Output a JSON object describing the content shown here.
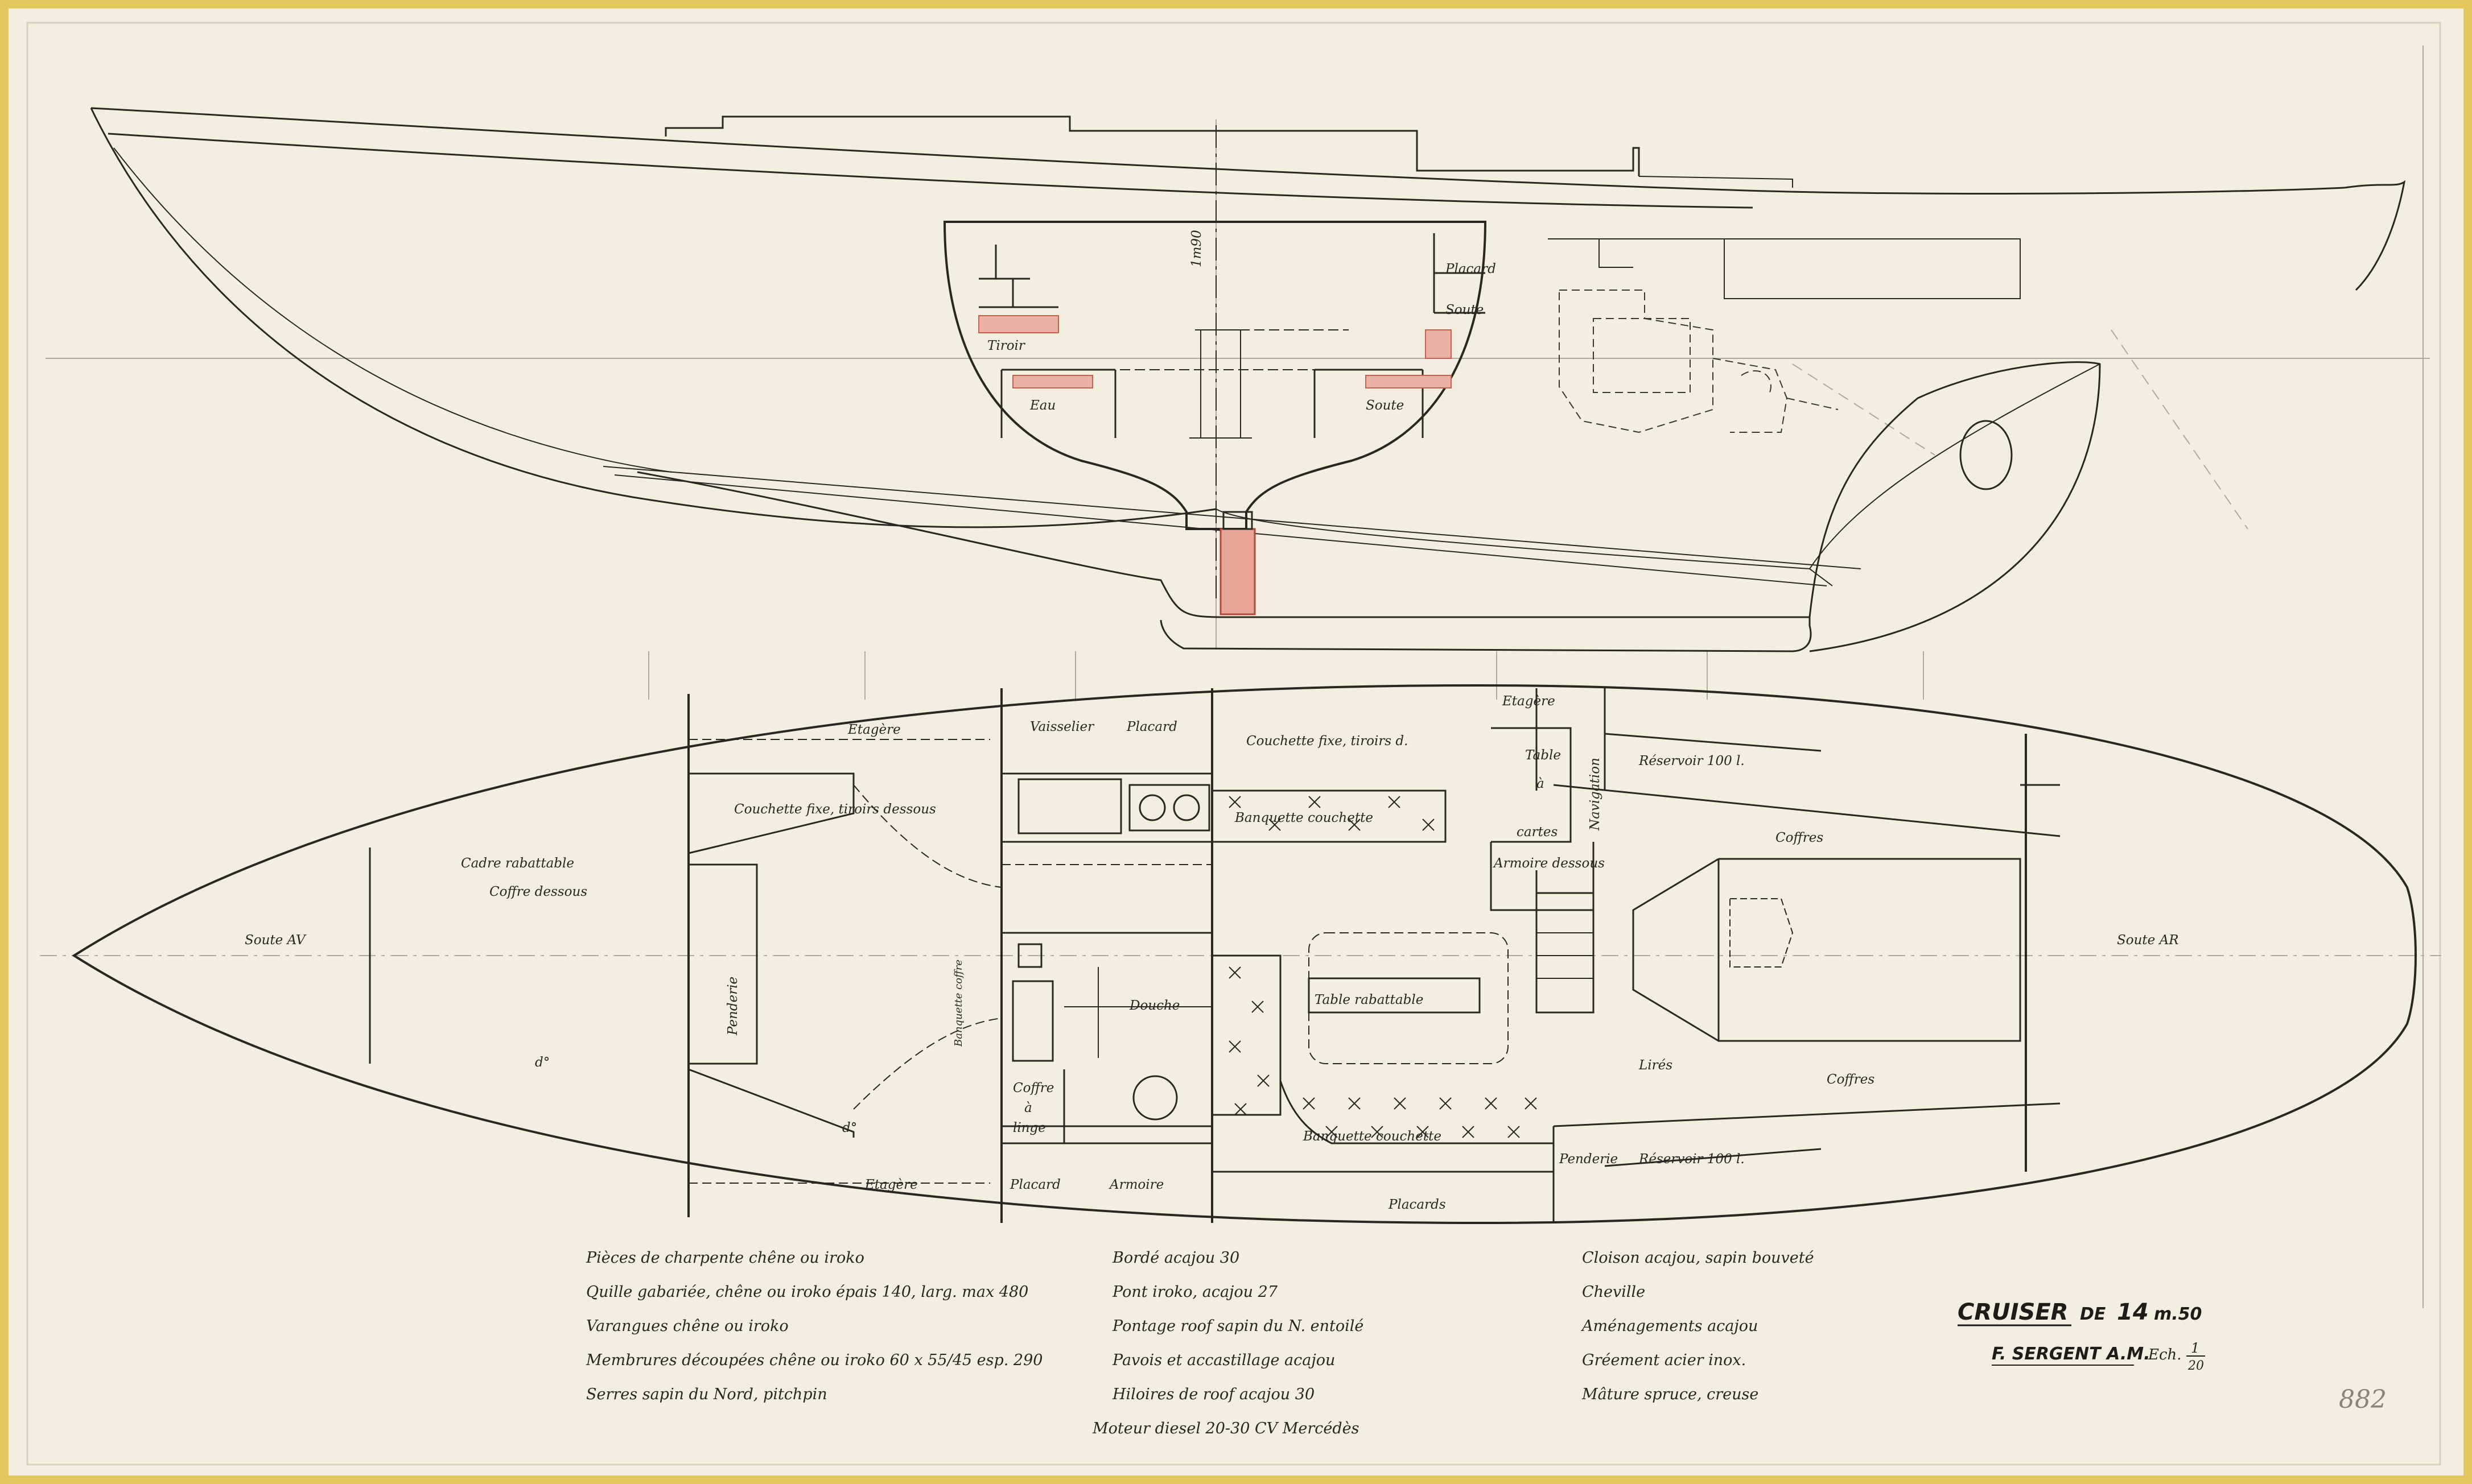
{
  "colors": {
    "paper": "#f3eedf",
    "border": "#e3c65c",
    "ink": "#2a2620",
    "faint": "#a8a296",
    "hatch": "#d98d7d"
  },
  "section": {
    "placard": "Placard",
    "soute_upper": "Soute",
    "tiroir": "Tiroir",
    "eau": "Eau",
    "soute_lower": "Soute",
    "height_dim": "1m90"
  },
  "plan": {
    "soute_av": "Soute AV",
    "soute_ar": "Soute AR",
    "cadre": "Cadre rabattable",
    "coffre_dessous": "Coffre dessous",
    "dittoA": "d°",
    "dittoB": "d°",
    "etagere_top": "Etagère",
    "etagere_bottom": "Etagère",
    "etagere_nav": "Etagère",
    "couchette_fixe": "Couchette fixe, tiroirs dessous",
    "couchette_tiroirs": "Couchette fixe, tiroirs d.",
    "penderie_left": "Penderie",
    "penderie_right": "Penderie",
    "vaisselier": "Vaisselier",
    "placard_top": "Placard",
    "placard_bottom": "Placard",
    "armoire": "Armoire",
    "placards": "Placards",
    "coffre_linge_1": "Coffre",
    "coffre_linge_2": "à",
    "coffre_linge_3": "linge",
    "douche": "Douche",
    "banquette_coffre": "Banquette coffre",
    "banquette_couchette_top": "Banquette couchette",
    "banquette_couchette_bottom": "Banquette couchette",
    "table_rabattable": "Table rabattable",
    "table": "Table",
    "navigation": "Navigation",
    "carte_a": "à",
    "cartes": "cartes",
    "armoire_dessous": "Armoire dessous",
    "reservoir_top": "Réservoir 100 l.",
    "reservoir_bottom": "Réservoir 100 l.",
    "coffres_top": "Coffres",
    "coffres_bottom": "Coffres",
    "lires": "Lirés"
  },
  "specs": {
    "col1": [
      "Pièces de charpente chêne ou iroko",
      "Quille gabariée, chêne ou iroko épais 140, larg. max 480",
      "Varangues chêne ou iroko",
      "Membrures découpées chêne ou iroko 60 x 55/45 esp. 290",
      "Serres sapin du Nord, pitchpin"
    ],
    "col2": [
      "Bordé acajou 30",
      "Pont iroko, acajou 27",
      "Pontage roof sapin du N. entoilé",
      "Pavois et accastillage acajou",
      "Hiloires de roof acajou 30",
      "Moteur diesel 20-30 CV Mercédès"
    ],
    "col3": [
      "Cloison acajou, sapin bouveté",
      "Cheville",
      "Aménagements acajou",
      "Gréement acier inox.",
      "Mâture spruce, creuse"
    ]
  },
  "title_block": {
    "title_word": "CRUISER",
    "title_de": "DE",
    "title_len": "14",
    "title_unit": "m.50",
    "author": "F. SERGENT A.M.",
    "scale_label": "Ech.",
    "scale_num": "1",
    "scale_den": "20",
    "sheet_number": "882"
  }
}
